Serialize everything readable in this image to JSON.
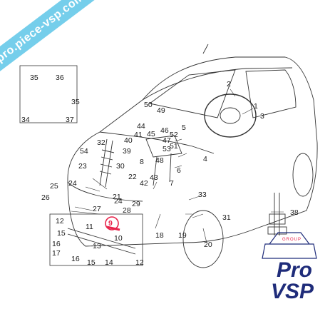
{
  "watermark": {
    "text": "pro.piece-vsp.com"
  },
  "logo": {
    "group": "GROUP",
    "line1": "Pro",
    "line2": "VSP",
    "accent": "#e8234a",
    "brand": "#1f2c7a"
  },
  "highlight_color": "#e8234a",
  "labels": {
    "l1": "1",
    "l2": "2",
    "l3": "3",
    "l4": "4",
    "l5": "5",
    "l6": "6",
    "l7": "7",
    "l9": "9",
    "l10": "10",
    "l11": "11",
    "l12a": "12",
    "l12b": "12",
    "l13": "13",
    "l14": "14",
    "l15a": "15",
    "l15b": "15",
    "l16a": "16",
    "l16b": "16",
    "l17": "17",
    "l18": "18",
    "l19": "19",
    "l20": "20",
    "l21": "21",
    "l22": "22",
    "l23": "23",
    "l24a": "24",
    "l24b": "24",
    "l25": "25",
    "l26": "26",
    "l27": "27",
    "l28": "28",
    "l29": "29",
    "l30": "30",
    "l31": "31",
    "l32": "32",
    "l33": "33",
    "l34": "34",
    "l35a": "35",
    "l35b": "35",
    "l36": "36",
    "l37": "37",
    "l38": "38",
    "l39": "39",
    "l40": "40",
    "l41": "41",
    "l42": "42",
    "l43": "43",
    "l44": "44",
    "l45": "45",
    "l46": "46",
    "l47": "47",
    "l48": "48",
    "l49": "49",
    "l50": "50",
    "l51": "51",
    "l52": "52",
    "l53": "53",
    "l54": "54",
    "l8": "8"
  }
}
